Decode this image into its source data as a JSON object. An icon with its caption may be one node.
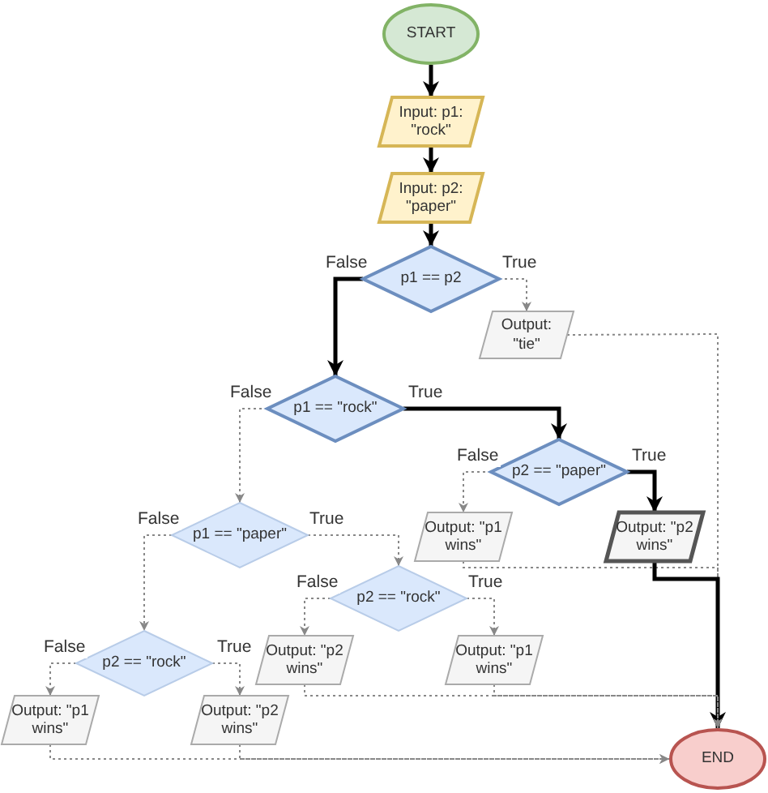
{
  "diagram": {
    "nodes": [
      {
        "text": [
          "START"
        ]
      },
      {
        "text": [
          "Input: p1: \"rock\""
        ]
      },
      {
        "text": [
          "Input: p2: \"paper\""
        ]
      },
      {
        "text": [
          "p1 == p2"
        ]
      },
      {
        "text": [
          "Output: \"tie\""
        ]
      },
      {
        "text": [
          "p1 == \"rock\""
        ]
      },
      {
        "text": [
          "p2 == \"paper\""
        ]
      },
      {
        "text": [
          "Output: \"p1 wins\""
        ]
      },
      {
        "text": [
          "Output: \"p2 wins\""
        ]
      },
      {
        "text": [
          "p1 == \"paper\""
        ]
      },
      {
        "text": [
          "p2 == \"rock\""
        ]
      },
      {
        "text": [
          "Output: \"p2 wins\""
        ]
      },
      {
        "text": [
          "Output: \"p1 wins\""
        ]
      },
      {
        "text": [
          "p2 == \"rock\""
        ]
      },
      {
        "text": [
          "Output: \"p1 wins\""
        ]
      },
      {
        "text": [
          "Output: \"p2 wins\""
        ]
      },
      {
        "text": [
          "END"
        ]
      }
    ],
    "edges": [
      {
        "from": 0,
        "to": 1,
        "arrow": "to",
        "style": "thick",
        "color": "#000000"
      },
      {
        "from": 1,
        "to": 2,
        "arrow": "to",
        "style": "thick",
        "color": "#000000"
      },
      {
        "from": 2,
        "to": 3,
        "arrow": "to",
        "style": "thick",
        "color": "#000000"
      },
      {
        "from": 3,
        "to": 5,
        "arrow": "to",
        "label": "False",
        "style": "thick",
        "color": "#000000"
      },
      {
        "from": 3,
        "to": 4,
        "arrow": "to",
        "label": "True",
        "style": "dashed",
        "color": "#888888"
      },
      {
        "from": 5,
        "to": 6,
        "arrow": "to",
        "label": "True",
        "style": "thick",
        "color": "#000000"
      },
      {
        "from": 5,
        "to": 9,
        "arrow": "to",
        "label": "False",
        "style": "dashed",
        "color": "#888888"
      },
      {
        "from": 6,
        "to": 8,
        "arrow": "to",
        "label": "True",
        "style": "thick",
        "color": "#000000"
      },
      {
        "from": 6,
        "to": 7,
        "arrow": "to",
        "label": "False",
        "style": "dashed",
        "color": "#888888"
      },
      {
        "from": 9,
        "to": 13,
        "arrow": "to",
        "label": "False",
        "style": "dashed",
        "color": "#888888"
      },
      {
        "from": 9,
        "to": 10,
        "arrow": "to",
        "label": "True",
        "style": "dashed",
        "color": "#888888"
      },
      {
        "from": 10,
        "to": 11,
        "arrow": "to",
        "label": "False",
        "style": "dashed",
        "color": "#888888"
      },
      {
        "from": 10,
        "to": 12,
        "arrow": "to",
        "label": "True",
        "style": "dashed",
        "color": "#888888"
      },
      {
        "from": 13,
        "to": 14,
        "arrow": "to",
        "label": "False",
        "style": "dashed",
        "color": "#888888"
      },
      {
        "from": 13,
        "to": 15,
        "arrow": "to",
        "label": "True",
        "style": "dashed",
        "color": "#888888"
      },
      {
        "from": 4,
        "to": 16,
        "arrow": "to",
        "style": "dashed",
        "color": "#888888"
      },
      {
        "from": 7,
        "to": 16,
        "arrow": "to",
        "style": "dashed",
        "color": "#888888"
      },
      {
        "from": 8,
        "to": 16,
        "arrow": "to",
        "style": "thick",
        "color": "#000000"
      },
      {
        "from": 11,
        "to": 16,
        "arrow": "to",
        "style": "dashed",
        "color": "#888888"
      },
      {
        "from": 12,
        "to": 16,
        "arrow": "to",
        "style": "dashed",
        "color": "#888888"
      },
      {
        "from": 14,
        "to": 16,
        "arrow": "to",
        "style": "dashed",
        "color": "#888888"
      },
      {
        "from": 15,
        "to": 16,
        "arrow": "to",
        "style": "dashed",
        "color": "#888888"
      }
    ]
  }
}
